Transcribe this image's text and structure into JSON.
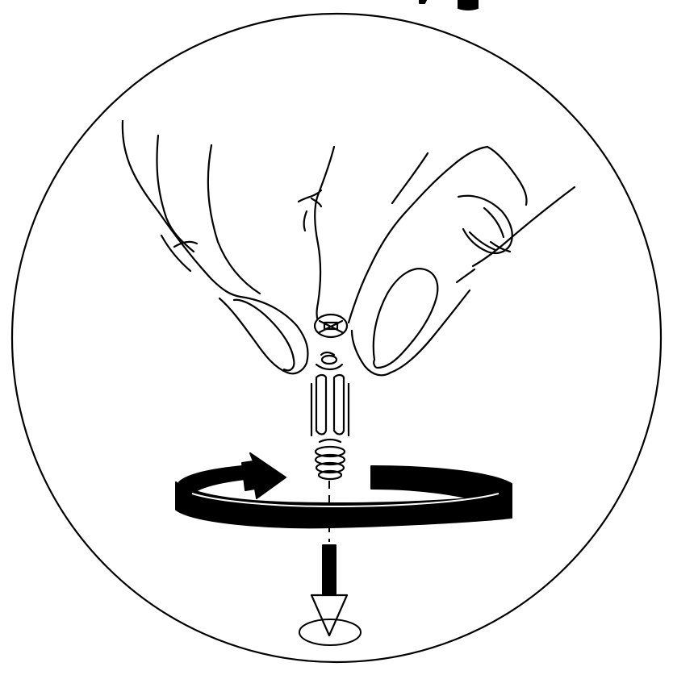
{
  "figure": {
    "background_color": "#ffffff",
    "line_color": "#000000",
    "elements": {
      "frame": "circular-frame",
      "hand": "hand-pinching-fastener",
      "fastener": "cam-dowel-bolt",
      "rotation": "clockwise-rotation-arrow",
      "direction": "downward-insert-arrow",
      "target": "drilled-hole"
    }
  }
}
